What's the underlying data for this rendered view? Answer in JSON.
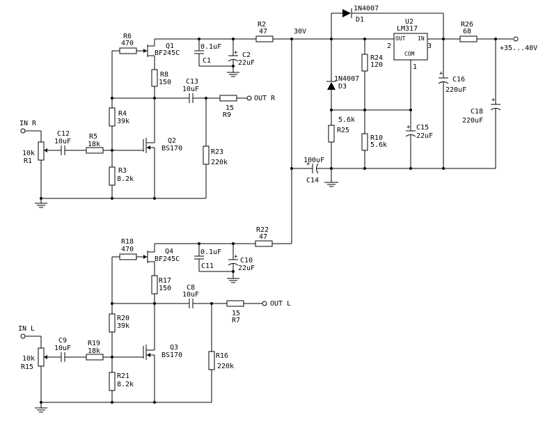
{
  "power": {
    "rail_30v": "30V",
    "input": "+35...40V"
  },
  "regulator": {
    "u2_ref": "U2",
    "u2_type": "LM317",
    "pin_out": "OUT",
    "pin_in": "IN",
    "pin_com": "COM",
    "pin1": "1",
    "pin2": "2",
    "pin3": "3",
    "d1_ref": "D1",
    "d1_val": "1N4007",
    "d3_ref": "D3",
    "d3_val": "1N4007",
    "r24_ref": "R24",
    "r24_val": "120",
    "r25_ref": "R25",
    "r25_val": "5.6k",
    "r10_ref": "R10",
    "r10_val": "5.6k",
    "r26_ref": "R26",
    "r26_val": "68",
    "c15_ref": "C15",
    "c15_val": "22uF",
    "c16_ref": "C16",
    "c16_val": "220uF",
    "c18_ref": "C18",
    "c18_val": "220uF",
    "c14_ref": "C14",
    "c14_val": "100uF"
  },
  "right": {
    "input_label": "IN R",
    "output_label": "OUT R",
    "r1_ref": "R1",
    "r1_val": "10k",
    "c12_ref": "C12",
    "c12_val": "10uF",
    "r5_ref": "R5",
    "r5_val": "18k",
    "r4_ref": "R4",
    "r4_val": "39k",
    "r3_ref": "R3",
    "r3_val": "8.2k",
    "r6_ref": "R6",
    "r6_val": "470",
    "q1_ref": "Q1",
    "q1_type": "BF245C",
    "r8_ref": "R8",
    "r8_val": "150",
    "q2_ref": "Q2",
    "q2_type": "BS170",
    "c13_ref": "C13",
    "c13_val": "10uF",
    "r9_ref": "R9",
    "r9_val": "15",
    "r23_ref": "R23",
    "r23_val": "220k",
    "c1_ref": "C1",
    "c1_val": "0.1uF",
    "c2_ref": "C2",
    "c2_val": "22uF",
    "r2_ref": "R2",
    "r2_val": "47"
  },
  "left": {
    "input_label": "IN L",
    "output_label": "OUT L",
    "r15_ref": "R15",
    "r15_val": "10k",
    "c9_ref": "C9",
    "c9_val": "10uF",
    "r19_ref": "R19",
    "r19_val": "18k",
    "r20_ref": "R20",
    "r20_val": "39k",
    "r21_ref": "R21",
    "r21_val": "8.2k",
    "r18_ref": "R18",
    "r18_val": "470",
    "q4_ref": "Q4",
    "q4_type": "BF245C",
    "r17_ref": "R17",
    "r17_val": "150",
    "q3_ref": "Q3",
    "q3_type": "BS170",
    "c8_ref": "C8",
    "c8_val": "10uF",
    "r7_ref": "R7",
    "r7_val": "15",
    "r16_ref": "R16",
    "r16_val": "220k",
    "c11_ref": "C11",
    "c11_val": "0.1uF",
    "c10_ref": "C10",
    "c10_val": "22uF",
    "r22_ref": "R22",
    "r22_val": "47"
  }
}
